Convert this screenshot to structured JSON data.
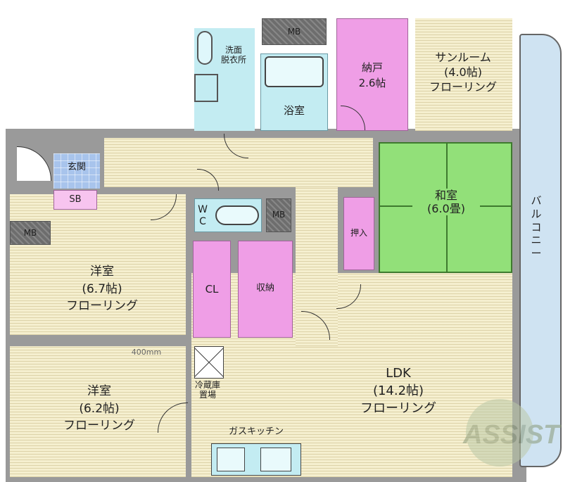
{
  "rooms": {
    "washroom": "洗面\n脱衣所",
    "mb_top": "MB",
    "bath": "浴室",
    "storage": "納戸\n2.6帖",
    "sunroom": "サンルーム\n(4.0帖)\nフローリング",
    "entrance": "玄関",
    "sb": "SB",
    "mb_left": "MB",
    "wc": "W\nC",
    "mb_wc": "MB",
    "washitsu": "和室\n(6.0畳)",
    "oshiire": "押入",
    "balcony": "バルコニー",
    "yoshitsu1": "洋室\n(6.7帖)\nフローリング",
    "cl": "CL",
    "shuno": "収納",
    "yoshitsu2": "洋室\n(6.2帖)\nフローリング",
    "fridge": "冷蔵庫\n置場",
    "ldk": "LDK\n(14.2帖)\nフローリング",
    "kitchen": "ガスキッチン",
    "dim": "400mm"
  },
  "logo": "ASSIST",
  "colors": {
    "floor": "#f5efcf",
    "wet": "#c3ecf2",
    "storage": "#ef9ee6",
    "tatami": "#92e079",
    "entrance": "#a8c4ec",
    "sb": "#f7c4ef",
    "balcony": "#cfe3f2"
  }
}
